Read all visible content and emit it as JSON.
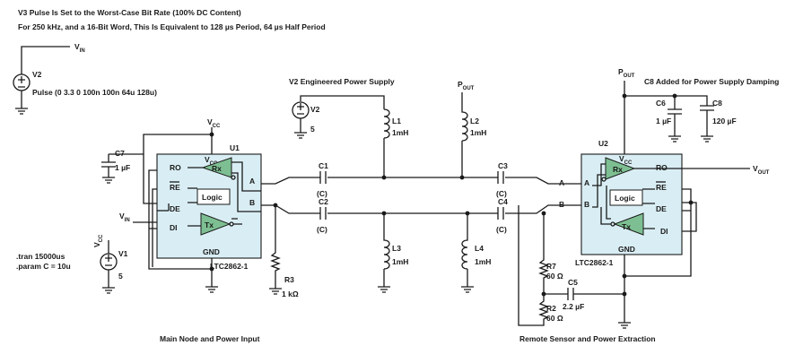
{
  "header": {
    "line1": "V3 Pulse Is Set to the Worst-Case Bit Rate (100% DC Content)",
    "line2": "For 250 kHz, and a 16-Bit Word, This Is Equivalent to 128 µs Period, 64 µs Half Period"
  },
  "v3_source": {
    "net": "V",
    "net_sub": "IN",
    "ref": "V2",
    "spec": "Pulse (0 3.3 0 100n 100n 64u 128u)"
  },
  "sim": {
    "tran": ".tran 15000us",
    "param": ".param C = 10u"
  },
  "supply": {
    "title": "V2 Engineered Power Supply",
    "ref": "V2",
    "value": "5"
  },
  "v1": {
    "net": "V",
    "net_sub": "CC",
    "ref": "V1",
    "value": "5"
  },
  "c7": {
    "ref": "C7",
    "value": "1 µF"
  },
  "u1": {
    "ref": "U1",
    "part": "LTC2862-1",
    "vcc": "V",
    "vcc_sub": "CC",
    "gnd": "GND",
    "pins": {
      "ro": "RO",
      "re": "RE",
      "de": "DE",
      "di": "DI",
      "a": "A",
      "b": "B"
    },
    "rx": "Rx",
    "tx": "Tx",
    "logic": "Logic",
    "net_vcc": "V",
    "net_vcc_sub": "CC",
    "net_vin": "V",
    "net_vin_sub": "IN"
  },
  "u2": {
    "ref": "U2",
    "part": "LTC2862-1",
    "vcc": "V",
    "vcc_sub": "CC",
    "gnd": "GND",
    "pins": {
      "ro": "RO",
      "re": "RE",
      "de": "DE",
      "di": "DI",
      "a": "A",
      "b": "B"
    },
    "rx": "Rx",
    "tx": "Tx",
    "logic": "Logic",
    "net_out": "V",
    "net_out_sub": "OUT"
  },
  "caps": [
    {
      "ref": "C1",
      "value": "(C)"
    },
    {
      "ref": "C2",
      "value": "(C)"
    },
    {
      "ref": "C3",
      "value": "(C)"
    },
    {
      "ref": "C4",
      "value": "(C)"
    }
  ],
  "inductors": [
    {
      "ref": "L1",
      "value": "1mH"
    },
    {
      "ref": "L2",
      "value": "1mH"
    },
    {
      "ref": "L3",
      "value": "1mH"
    },
    {
      "ref": "L4",
      "value": "1mH"
    }
  ],
  "pout": [
    {
      "text": "P",
      "sub": "OUT"
    },
    {
      "text": "P",
      "sub": "OUT"
    }
  ],
  "line_labels": {
    "a": "A",
    "b": "B"
  },
  "r3": {
    "ref": "R3",
    "value": "1 kΩ"
  },
  "r7": {
    "ref": "R7",
    "value": "60 Ω"
  },
  "r2": {
    "ref": "R2",
    "value": "60 Ω"
  },
  "c5": {
    "ref": "C5",
    "value": "2.2 µF"
  },
  "c8_note": "C8 Added for Power Supply Damping",
  "c6": {
    "ref": "C6",
    "value": "1 µF"
  },
  "c8": {
    "ref": "C8",
    "value": "120 µF"
  },
  "captions": {
    "left": "Main Node and Power Input",
    "right": "Remote Sensor and Power Extraction"
  }
}
